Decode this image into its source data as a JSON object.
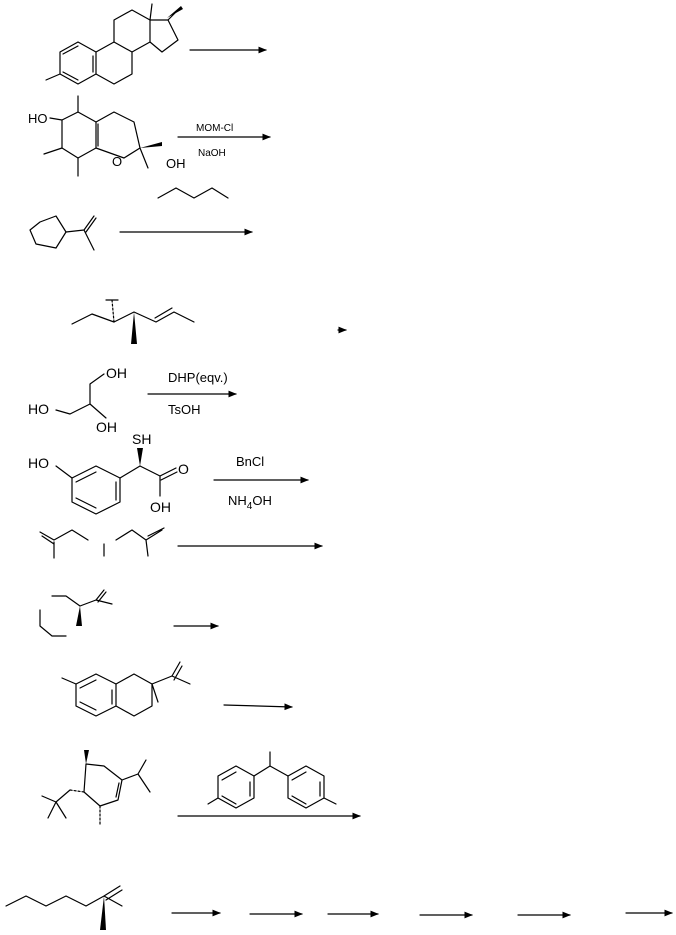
{
  "labels": {
    "r2_ho": "HO",
    "r2_o": "O",
    "r2_oh": "OH",
    "r2_reagent_top": "MOM-Cl",
    "r2_reagent_bottom": "NaOH",
    "r5_oh_top": "OH",
    "r5_ho": "HO",
    "r5_oh_bottom": "OH",
    "r5_reagent_top": "DHP(eqv.)",
    "r5_reagent_bottom": "TsOH",
    "r6_sh": "SH",
    "r6_ho": "HO",
    "r6_o": "O",
    "r6_oh": "OH",
    "r6_reagent_top": "BnCl",
    "r6_reagent_bottom_main": "NH",
    "r6_reagent_bottom_sub": "4",
    "r6_reagent_bottom_tail": "OH"
  }
}
